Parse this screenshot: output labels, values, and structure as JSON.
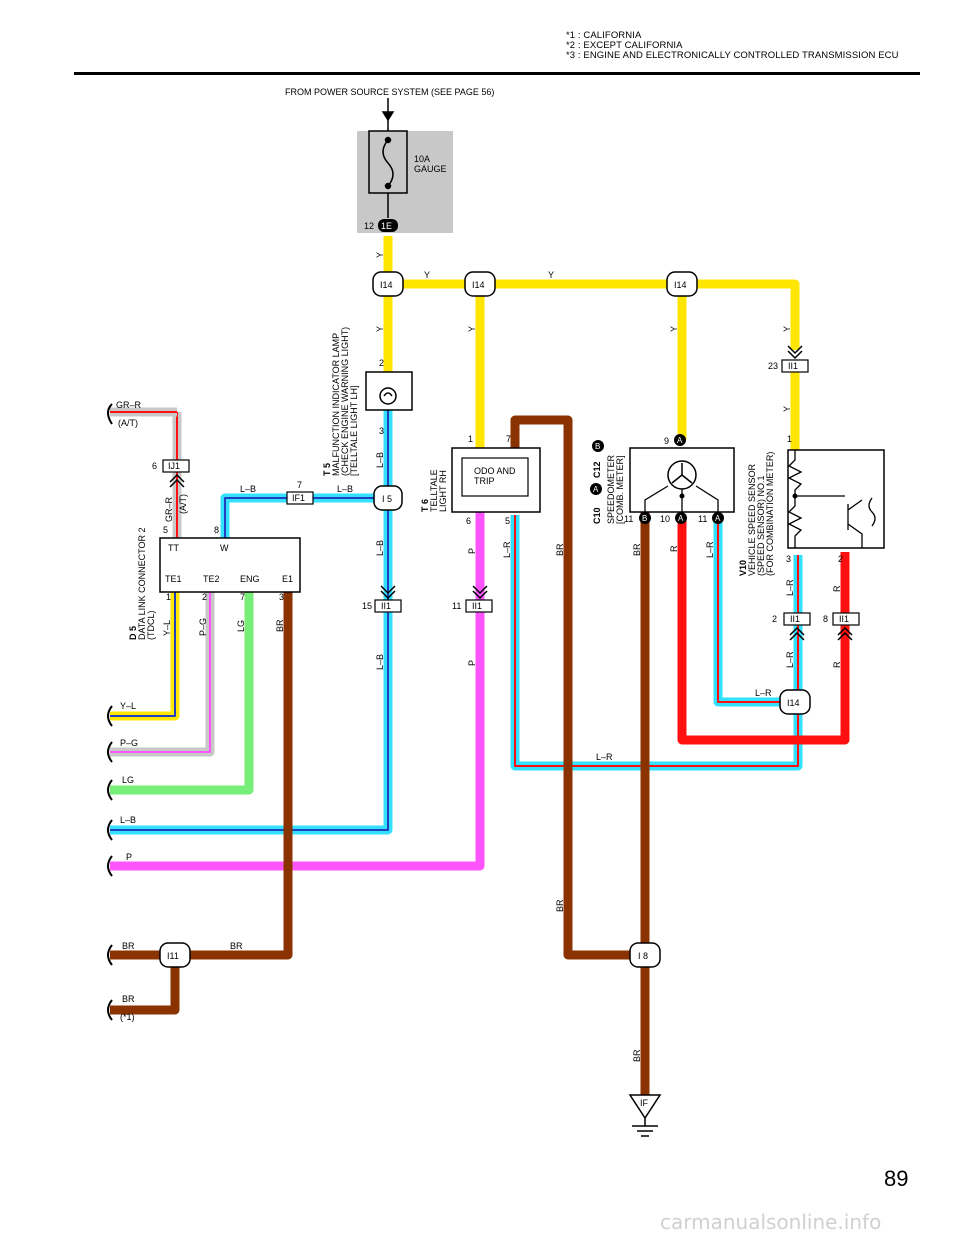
{
  "notes": [
    "*1 : CALIFORNIA",
    "*2 : EXCEPT CALIFORNIA",
    "*3 : ENGINE AND ELECTRONICALLY CONTROLLED TRANSMISSION ECU"
  ],
  "power_source": "FROM POWER SOURCE SYSTEM (SEE PAGE 56)",
  "fuse": {
    "rating": "10A",
    "name": "GAUGE",
    "pin": "12",
    "connector": "1E"
  },
  "junctions": {
    "i14": "I14",
    "i5": "I 5",
    "i8": "I 8",
    "i11": "I11",
    "ground": "IF"
  },
  "connectors": {
    "ii1": "II1",
    "if1": "IF1",
    "ij1": "IJ1"
  },
  "components": {
    "t5": {
      "code": "T 5",
      "lines": [
        "MALFUNCTION INDICATOR LAMP",
        "(CHECK ENGINE WARNING LIGHT)",
        "[TELLTALE LIGHT LH]"
      ]
    },
    "t6": {
      "code": "T 6",
      "lines": [
        "TELLTALE",
        "LIGHT RH"
      ],
      "inner": [
        "ODO AND",
        "TRIP"
      ]
    },
    "c10": {
      "code_a": "C10",
      "code_b": "C12",
      "tag_a": "A",
      "tag_b": "B",
      "lines": [
        "SPEEDOMETER",
        "[COMB. METER]"
      ]
    },
    "v10": {
      "code": "V10",
      "lines": [
        "VEHICLE SPEED SENSOR",
        "(SPEED SENSOR) NO.1",
        "(FOR COMBINATION METER)"
      ]
    },
    "d5": {
      "code": "D 5",
      "lines": [
        "DATA LINK CONNECTOR 2",
        "(TDCL)"
      ],
      "pins_top": [
        "TT",
        "W"
      ],
      "pins_bottom": [
        "TE1",
        "TE2",
        "ENG",
        "E1"
      ]
    }
  },
  "wire_colors": {
    "Y": "Y",
    "LB": "L–B",
    "LR": "L–R",
    "P": "P",
    "BR": "BR",
    "R": "R",
    "GRR": "GR–R",
    "YL": "Y–L",
    "PG": "P–G",
    "LG": "LG"
  },
  "left_labels": [
    "GR–R",
    "(A/T)",
    "Y–L",
    "P–G",
    "LG",
    "L–B",
    "P",
    "BR",
    "BR",
    "(*1)"
  ],
  "pins": {
    "p1": "1",
    "p2": "2",
    "p3": "3",
    "p5": "5",
    "p6": "6",
    "p7": "7",
    "p8": "8",
    "p9": "9",
    "p10": "10",
    "p11": "11",
    "p15": "15",
    "p23": "23"
  },
  "page_number": "89",
  "watermark": "carmanualsonline.info",
  "colors": {
    "yellow": "#ffe600",
    "cyan": "#33e0ff",
    "blue": "#2040c0",
    "red": "#ff1010",
    "brown": "#8b3300",
    "pink": "#ff55ff",
    "green": "#77ee77",
    "grey": "#c8c8c8"
  }
}
